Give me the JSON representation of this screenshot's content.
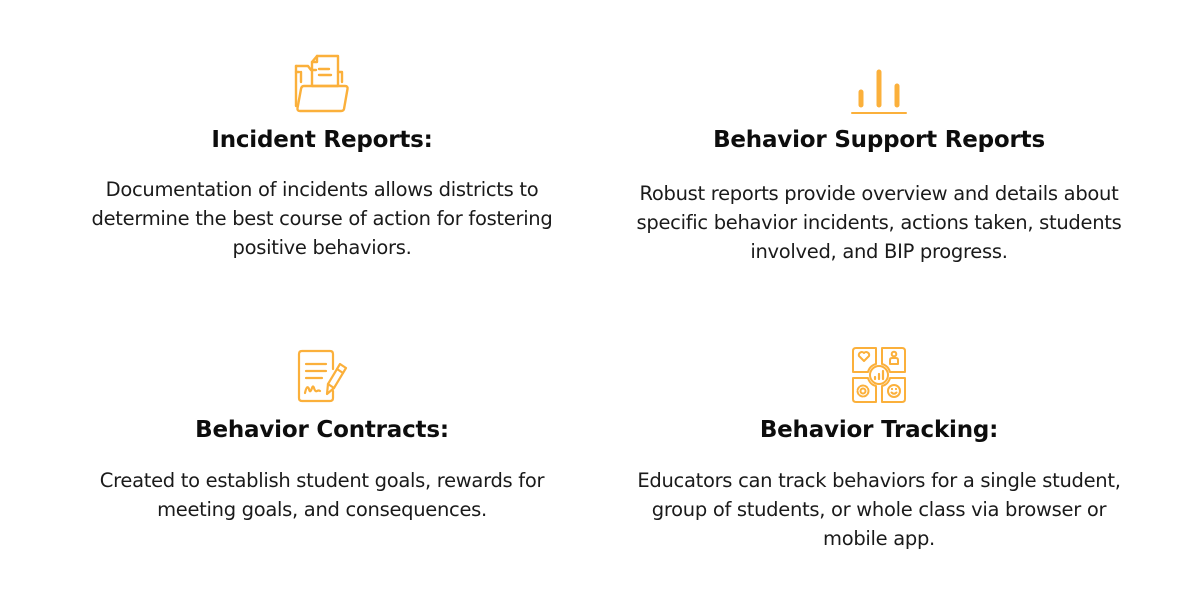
{
  "theme": {
    "accent": "#FBB03B",
    "text": "#111111",
    "background": "#ffffff"
  },
  "features": [
    {
      "icon": "folder-document-icon",
      "title": "Incident Reports:",
      "description": "Documentation of incidents allows districts to determine the best course of action for fostering positive behaviors."
    },
    {
      "icon": "bar-chart-icon",
      "title": "Behavior Support Reports",
      "description": "Robust reports provide overview and details about specific behavior incidents, actions taken, students involved, and BIP progress."
    },
    {
      "icon": "contract-pen-icon",
      "title": "Behavior Contracts:",
      "description": "Created to establish student goals, rewards for meeting goals, and consequences."
    },
    {
      "icon": "tracking-dashboard-icon",
      "title": "Behavior Tracking:",
      "description": "Educators can track behaviors for a single student, group of students, or whole class via browser or mobile app."
    }
  ]
}
